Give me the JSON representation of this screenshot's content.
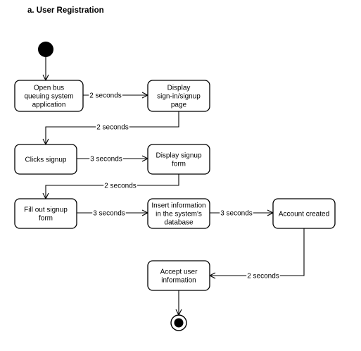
{
  "title": "a. User Registration",
  "nodes": [
    {
      "id": "open-app",
      "lines": [
        "Open bus",
        "queuing system",
        "application"
      ]
    },
    {
      "id": "display-signin",
      "lines": [
        "Display",
        "sign-in/signup",
        "page"
      ]
    },
    {
      "id": "clicks-signup",
      "lines": [
        "Clicks signup"
      ]
    },
    {
      "id": "display-signup-form",
      "lines": [
        "Display signup",
        "form"
      ]
    },
    {
      "id": "fill-signup-form",
      "lines": [
        "Fill out signup",
        "form"
      ]
    },
    {
      "id": "insert-info",
      "lines": [
        "Insert information",
        "in the system's",
        "database"
      ]
    },
    {
      "id": "account-created",
      "lines": [
        "Account created"
      ]
    },
    {
      "id": "accept-user-info",
      "lines": [
        "Accept user",
        "information"
      ]
    }
  ],
  "edges": [
    {
      "from": "start",
      "to": "open-app",
      "label": ""
    },
    {
      "from": "open-app",
      "to": "display-signin",
      "label": "2 seconds"
    },
    {
      "from": "display-signin",
      "to": "clicks-signup",
      "label": "2 seconds"
    },
    {
      "from": "clicks-signup",
      "to": "display-signup-form",
      "label": "3 seconds"
    },
    {
      "from": "display-signup-form",
      "to": "fill-signup-form",
      "label": "2 seconds"
    },
    {
      "from": "fill-signup-form",
      "to": "insert-info",
      "label": "3 seconds"
    },
    {
      "from": "insert-info",
      "to": "account-created",
      "label": "3 seconds"
    },
    {
      "from": "account-created",
      "to": "accept-user-info",
      "label": "2 seconds"
    },
    {
      "from": "accept-user-info",
      "to": "end",
      "label": ""
    }
  ]
}
